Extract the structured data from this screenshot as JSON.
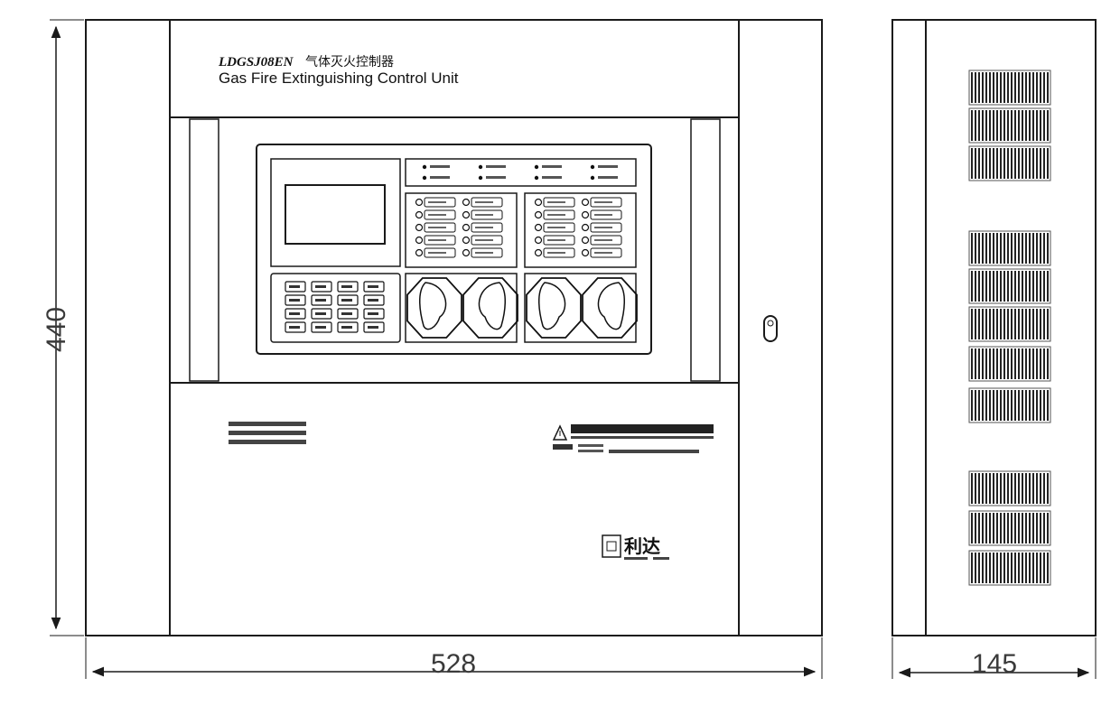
{
  "front_panel": {
    "model": "LDGSJ08EN",
    "title_cn": "气体灭火控制器",
    "title_en": "Gas Fire Extinguishing Control Unit"
  },
  "dimensions": {
    "height": "440",
    "width": "528",
    "depth": "145"
  },
  "logo": {
    "text": "利达"
  },
  "colors": {
    "line": "#1a1a1a",
    "dimension_text": "#3a3a3a",
    "background": "#ffffff"
  }
}
